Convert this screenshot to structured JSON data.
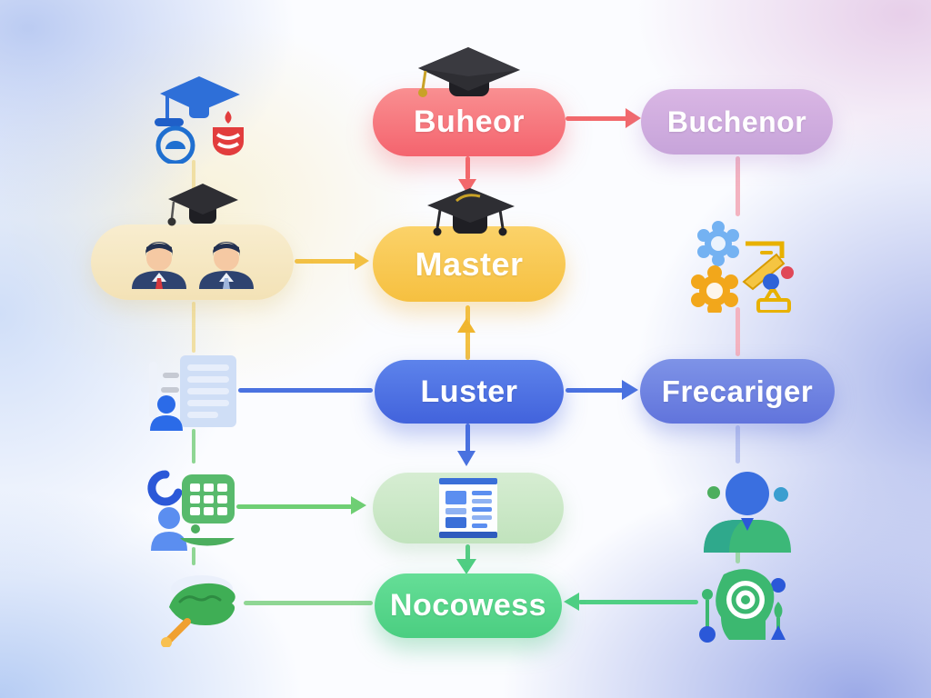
{
  "diagram_type": "flowchart",
  "nodes": {
    "buheor": {
      "label": "Buheor",
      "color": "#f4646e",
      "icon": "black-graduation-cap-icon"
    },
    "buchenor": {
      "label": "Buchenor",
      "color": "#c7a4da"
    },
    "students": {
      "label": "",
      "color": "#f3e2b6",
      "icon": "two-students-icon, black-graduation-cap-icon"
    },
    "master": {
      "label": "Master",
      "color": "#f6c040",
      "icon": "black-graduation-cap-tassels-icon"
    },
    "luster": {
      "label": "Luster",
      "color": "#4263dc"
    },
    "frecariger": {
      "label": "Frecariger",
      "color": "#6174dc"
    },
    "form": {
      "label": "",
      "color": "#c1e3bd",
      "icon": "form-document-icon"
    },
    "nocowess": {
      "label": "Nocowess",
      "color": "#4bce81"
    }
  },
  "side_icons": [
    "blue-graduation-badge-icon",
    "gears-tools-icon",
    "resume-document-icon",
    "schedule-person-icon",
    "community-person-icon",
    "leaf-icon",
    "mind-spiral-icon"
  ],
  "connectors": {
    "arrow_red": "#f2696c",
    "arrow_yellow": "#f3c143",
    "arrow_blue": "#4a72e0",
    "arrow_green": "#5fcb80",
    "line_pink": "#f3b3c0",
    "line_cream": "#f0dfa4",
    "line_green": "#8fd694",
    "line_periwinkle": "#b9c3ef"
  }
}
